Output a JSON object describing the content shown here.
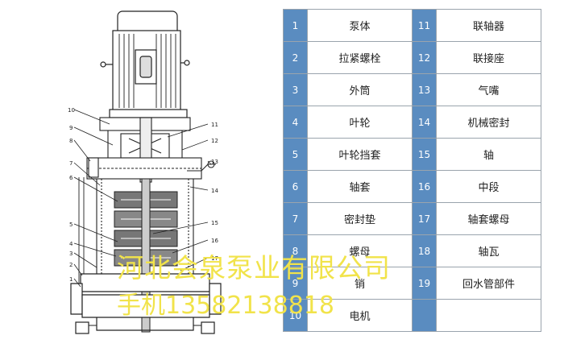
{
  "parts": {
    "left": [
      {
        "num": "1",
        "name": "泵体"
      },
      {
        "num": "2",
        "name": "拉紧螺栓"
      },
      {
        "num": "3",
        "name": "外筒"
      },
      {
        "num": "4",
        "name": "叶轮"
      },
      {
        "num": "5",
        "name": "叶轮挡套"
      },
      {
        "num": "6",
        "name": "轴套"
      },
      {
        "num": "7",
        "name": "密封垫"
      },
      {
        "num": "8",
        "name": "螺母"
      },
      {
        "num": "9",
        "name": "销"
      },
      {
        "num": "10",
        "name": "电机"
      }
    ],
    "right": [
      {
        "num": "11",
        "name": "联轴器"
      },
      {
        "num": "12",
        "name": "联接座"
      },
      {
        "num": "13",
        "name": "气嘴"
      },
      {
        "num": "14",
        "name": "机械密封"
      },
      {
        "num": "15",
        "name": "轴"
      },
      {
        "num": "16",
        "name": "中段"
      },
      {
        "num": "17",
        "name": "轴套螺母"
      },
      {
        "num": "18",
        "name": "轴瓦"
      },
      {
        "num": "19",
        "name": "回水管部件"
      }
    ]
  },
  "watermark": {
    "company": "河北会泉泵业有限公司",
    "phone": "手机13582138818"
  },
  "callouts": {
    "left": [
      "10",
      "9",
      "8",
      "7",
      "6",
      "5",
      "4",
      "3",
      "2",
      "1"
    ],
    "right": [
      "11",
      "12",
      "13",
      "14",
      "15",
      "16",
      "17"
    ]
  }
}
